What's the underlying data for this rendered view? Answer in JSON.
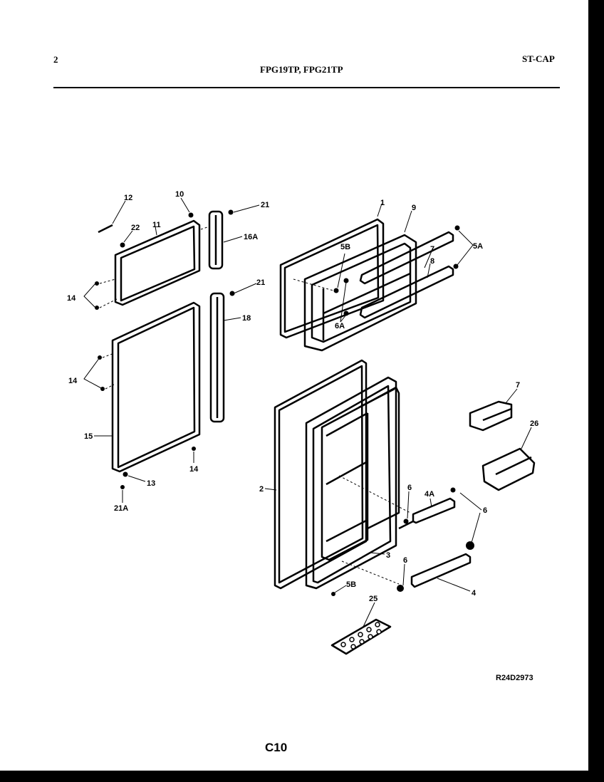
{
  "header": {
    "page_number": "2",
    "model_title": "FPG19TP, FPG21TP",
    "section_code": "ST-CAP"
  },
  "labels": {
    "l12": "12",
    "l10": "10",
    "l21a": "21",
    "l16a": "16A",
    "l22": "22",
    "l11": "11",
    "l14a": "14",
    "l21b": "21",
    "l18": "18",
    "l14b": "14",
    "l15": "15",
    "l14c": "14",
    "l13": "13",
    "l21A": "21A",
    "l1": "1",
    "l9": "9",
    "l5b": "5B",
    "l7a": "7",
    "l5A": "5A",
    "l8": "8",
    "l6A": "6A",
    "l7b": "7",
    "l26": "26",
    "l2": "2",
    "l6a": "6",
    "l4A": "4A",
    "l6b": "6",
    "l3": "3",
    "l6c": "6",
    "l5b2": "5B",
    "l4": "4",
    "l25": "25"
  },
  "footer": {
    "reference": "R24D2973",
    "page_code": "C10"
  }
}
